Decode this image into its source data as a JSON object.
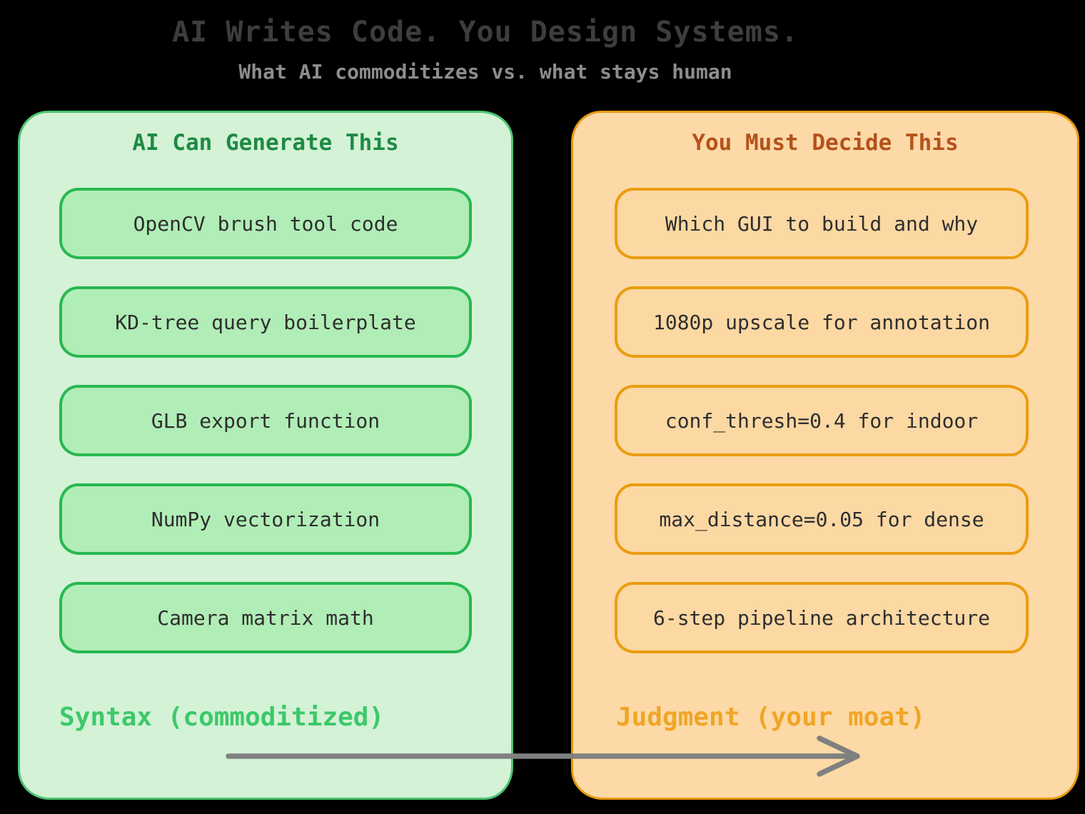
{
  "title": "AI Writes Code. You Design Systems.",
  "subtitle": "What AI commoditizes vs. what stays human",
  "panels": [
    {
      "header": "AI Can Generate This",
      "items": [
        "OpenCV brush tool code",
        "KD-tree query boilerplate",
        "GLB export function",
        "NumPy vectorization",
        "Camera matrix math"
      ],
      "footer": "Syntax (commoditized)"
    },
    {
      "header": "You Must Decide This",
      "items": [
        "Which GUI to build and why",
        "1080p upscale for annotation",
        "conf_thresh=0.4 for indoor",
        "max_distance=0.05 for dense",
        "6-step pipeline architecture"
      ],
      "footer": "Judgment (your moat)"
    }
  ],
  "colors": {
    "background": "#000000",
    "title_text": "#3d3d3d",
    "subtitle_text": "#8d8d8d",
    "green_panel_fill": "#d4f2d6",
    "green_panel_border": "#4cc472",
    "green_item_fill": "#b1edb7",
    "green_item_border": "#27b851",
    "green_header_text": "#1e8a44",
    "green_footer_text": "#3cc96a",
    "orange_panel_fill": "#fcd9a6",
    "orange_panel_border": "#e8990f",
    "orange_item_fill": "#fcd8a3",
    "orange_item_border": "#eb9d10",
    "orange_header_text": "#b5521c",
    "orange_footer_text": "#f0a526",
    "item_text": "#2e2e2e",
    "arrow": "#808080"
  }
}
